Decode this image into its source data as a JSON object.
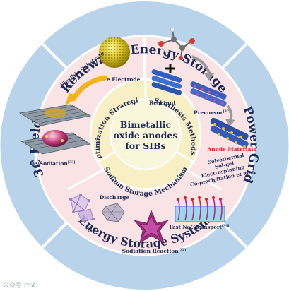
{
  "outer_ring": {
    "top": "Renewable Energy Storage",
    "right": "Power Grid",
    "bottom": "Energy Storage System",
    "left": "3C Fields"
  },
  "middle_ring": {
    "upper_left": "Optimization Strategies",
    "upper_right": "Synthesis Methods",
    "bottom": "Sodium Storage Mechanism"
  },
  "center": {
    "line1": "Bimetallic",
    "line2": "oxide anodes",
    "line3": "for SIBs"
  },
  "optimization_panel": {
    "flexible_substrate": "Flexible Substrate",
    "bare_electrode": "Bare Electrode",
    "de_sodiation": "De/Sodiation",
    "de_sodiation_ref": "[33]"
  },
  "synthesis_panel": {
    "reactant": "Reactant",
    "precursor": "Precursor",
    "precursor_ref": "[32]",
    "anode_materials": "Anode Materials",
    "methods": [
      "Solvothermal",
      "Sol-gel",
      "Electrospinning",
      "Co-precipitation et al."
    ]
  },
  "mechanism_panel": {
    "na_label": "Na",
    "discharge": "Discharge",
    "fast_transport": "Fast Na",
    "fast_transport_suffix": " Transport",
    "fast_transport_ref": "[34]",
    "sodiation_reaction": "Sodiation Reaction",
    "sodiation_ref": "[32]"
  },
  "watermark": "公众号·DSG",
  "colors": {
    "outer_ring": "#b8d3ea",
    "divider": "#ffffff",
    "pink_region": "#f9e3e4",
    "middle_ring": "#f8efc4",
    "center": "#faf6dc",
    "ring_text": "#1c2a55",
    "red_text": "#e8141e",
    "arrow_yellow": "#f2b41a"
  }
}
